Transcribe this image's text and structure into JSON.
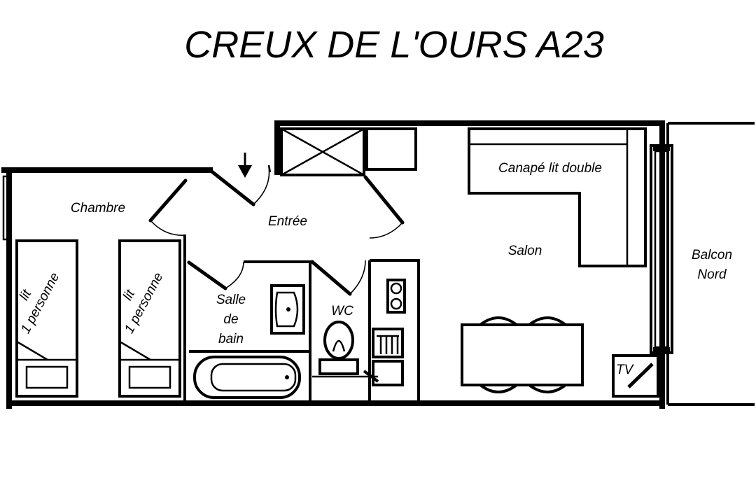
{
  "title": "CREUX DE L'OURS A23",
  "rooms": {
    "chambre": "Chambre",
    "bed1_line1": "lit",
    "bed1_line2": "1 personne",
    "bed2_line1": "lit",
    "bed2_line2": "1 personne",
    "entree": "Entrée",
    "salle_line1": "Salle",
    "salle_line2": "de",
    "salle_line3": "bain",
    "wc": "WC",
    "salon": "Salon",
    "canape": "Canapé lit double",
    "balcon_line1": "Balcon",
    "balcon_line2": "Nord",
    "tv": "TV"
  }
}
